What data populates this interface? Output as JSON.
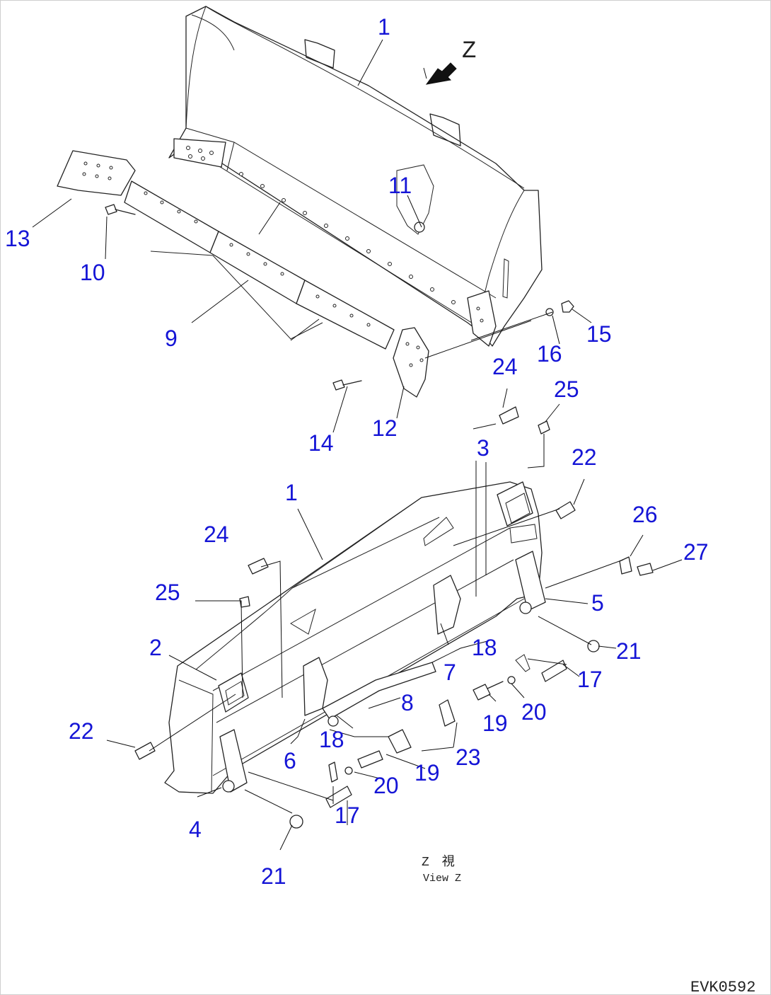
{
  "diagram": {
    "callouts": [
      {
        "id": "c1a",
        "label": "1"
      },
      {
        "id": "c1b",
        "label": "1"
      },
      {
        "id": "c2",
        "label": "2"
      },
      {
        "id": "c3",
        "label": "3"
      },
      {
        "id": "c4",
        "label": "4"
      },
      {
        "id": "c5",
        "label": "5"
      },
      {
        "id": "c6",
        "label": "6"
      },
      {
        "id": "c7",
        "label": "7"
      },
      {
        "id": "c8",
        "label": "8"
      },
      {
        "id": "c9",
        "label": "9"
      },
      {
        "id": "c10",
        "label": "10"
      },
      {
        "id": "c11",
        "label": "11"
      },
      {
        "id": "c12",
        "label": "12"
      },
      {
        "id": "c13",
        "label": "13"
      },
      {
        "id": "c14",
        "label": "14"
      },
      {
        "id": "c15",
        "label": "15"
      },
      {
        "id": "c16",
        "label": "16"
      },
      {
        "id": "c17a",
        "label": "17"
      },
      {
        "id": "c17b",
        "label": "17"
      },
      {
        "id": "c18a",
        "label": "18"
      },
      {
        "id": "c18b",
        "label": "18"
      },
      {
        "id": "c19a",
        "label": "19"
      },
      {
        "id": "c19b",
        "label": "19"
      },
      {
        "id": "c20a",
        "label": "20"
      },
      {
        "id": "c20b",
        "label": "20"
      },
      {
        "id": "c21a",
        "label": "21"
      },
      {
        "id": "c21b",
        "label": "21"
      },
      {
        "id": "c22a",
        "label": "22"
      },
      {
        "id": "c22b",
        "label": "22"
      },
      {
        "id": "c23",
        "label": "23"
      },
      {
        "id": "c24a",
        "label": "24"
      },
      {
        "id": "c24b",
        "label": "24"
      },
      {
        "id": "c25a",
        "label": "25"
      },
      {
        "id": "c25b",
        "label": "25"
      },
      {
        "id": "c26",
        "label": "26"
      },
      {
        "id": "c27",
        "label": "27"
      }
    ],
    "view_marker": "Z",
    "view_caption_jp": "Z　視",
    "view_caption_en": "View Z",
    "drawing_code": "EVK0592",
    "colors": {
      "callout": "#1515d6",
      "linework": "#222222",
      "background": "#ffffff"
    }
  }
}
